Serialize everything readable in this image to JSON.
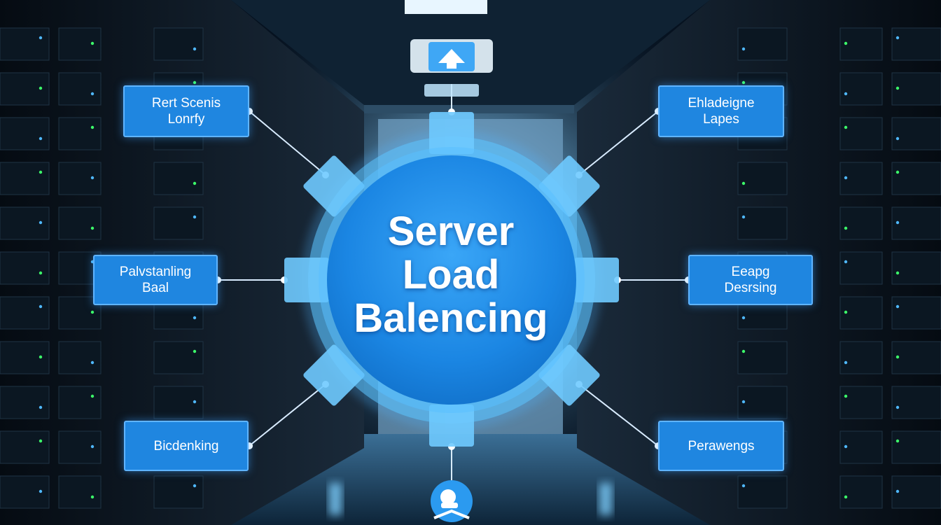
{
  "hub": {
    "title_lines": [
      "Server",
      "Load",
      "Balencing"
    ]
  },
  "labels": {
    "top_left": [
      "Rert Scenis",
      "Lonrfy"
    ],
    "top_right": [
      "Ehladeigne",
      "Lapes"
    ],
    "middle_left": [
      "Palvstanling",
      "Baal"
    ],
    "middle_right": [
      "Eeapg",
      "Desrsing"
    ],
    "bottom_left": [
      "Bicdenking"
    ],
    "bottom_right": [
      "Perawengs"
    ]
  },
  "icons": {
    "top": "upload-arrow-icon",
    "bottom": "user-support-icon"
  },
  "colors": {
    "hub_fill": "#1e8fe8",
    "hub_ring": "#5cc4ff",
    "label_fill": "#1f86e0",
    "connector": "#d9ecff",
    "background": "#05101c"
  }
}
